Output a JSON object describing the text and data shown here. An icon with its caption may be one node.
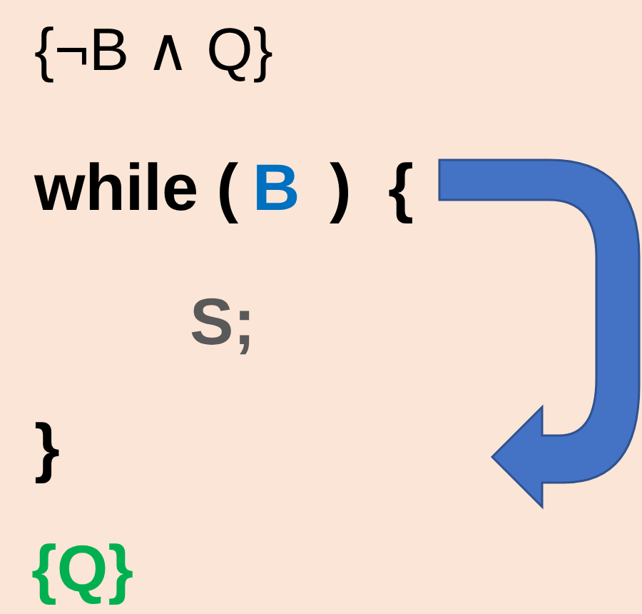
{
  "diagram": {
    "labels": [
      "{¬B ∧ Q}",
      "while (",
      "B",
      ")",
      "{",
      "S;",
      "}",
      "{Q}"
    ]
  }
}
